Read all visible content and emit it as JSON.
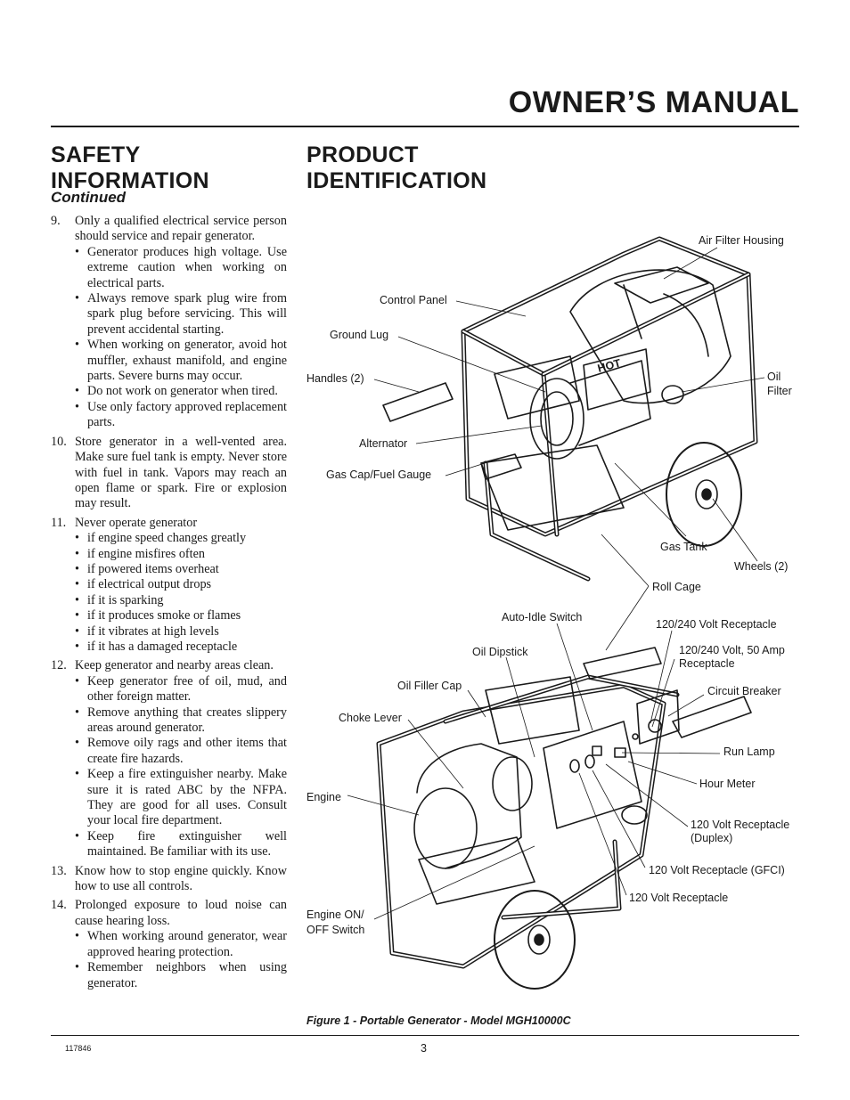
{
  "header": {
    "title": "OWNER’S MANUAL"
  },
  "safety": {
    "title": "SAFETY INFORMATION",
    "subtitle": "Continued",
    "items": [
      {
        "num": "9.",
        "text": "Only a qualified electrical service person should service and repair generator.",
        "subs": [
          "Generator produces high voltage. Use extreme caution when working on electrical parts.",
          "Always remove spark plug wire from spark plug before servicing. This will prevent accidental starting.",
          "When working on generator, avoid hot muffler, exhaust manifold, and engine parts. Severe burns may occur.",
          "Do not work on generator when tired.",
          "Use only factory approved replacement parts."
        ]
      },
      {
        "num": "10.",
        "text": "Store generator in a well-vented area. Make sure fuel tank is empty. Never store with fuel in tank. Vapors may reach an open flame or spark. Fire or explosion may result."
      },
      {
        "num": "11.",
        "text": "Never operate generator",
        "subs": [
          "if engine speed changes greatly",
          "if engine misfires often",
          "if powered items overheat",
          "if electrical output drops",
          "if it is sparking",
          "if it produces smoke or flames",
          "if it vibrates at high levels",
          "if it has a damaged receptacle"
        ]
      },
      {
        "num": "12.",
        "text": "Keep generator and nearby areas clean.",
        "subs": [
          "Keep generator free of oil, mud, and other foreign matter.",
          "Remove anything that creates slippery areas around generator.",
          "Remove oily rags and other items that create fire hazards.",
          "Keep a fire extinguisher nearby. Make sure it is rated ABC by the NFPA. They are good for all uses. Consult your local fire department.",
          "Keep fire extinguisher well maintained. Be familiar with its use."
        ]
      },
      {
        "num": "13.",
        "text": "Know how to stop engine quickly. Know how to use all controls."
      },
      {
        "num": "14.",
        "text": "Prolonged exposure to loud noise can cause hearing loss.",
        "subs": [
          "When working around generator, wear approved hearing protection.",
          "Remember neighbors when using generator."
        ]
      }
    ]
  },
  "product": {
    "title": "PRODUCT IDENTIFICATION",
    "figure_caption": "Figure 1 - Portable Generator - Model MGH10000C",
    "labels": {
      "air_filter_housing": "Air Filter Housing",
      "control_panel": "Control Panel",
      "ground_lug": "Ground Lug",
      "handles": "Handles (2)",
      "oil_filter_1": "Oil",
      "oil_filter_2": "Filter",
      "alternator": "Alternator",
      "gas_cap": "Gas Cap/Fuel Gauge",
      "gas_tank": "Gas Tank",
      "wheels": "Wheels (2)",
      "roll_cage": "Roll Cage",
      "auto_idle": "Auto-Idle Switch",
      "rec_240": "120/240 Volt Receptacle",
      "rec_240_50a_1": "120/240 Volt, 50 Amp",
      "rec_240_50a_2": "Receptacle",
      "oil_dipstick": "Oil Dipstick",
      "circuit_breaker": "Circuit Breaker",
      "oil_filler_cap": "Oil Filler Cap",
      "choke_lever": "Choke Lever",
      "run_lamp": "Run Lamp",
      "hour_meter": "Hour Meter",
      "engine": "Engine",
      "rec_duplex_1": "120 Volt Receptacle",
      "rec_duplex_2": "(Duplex)",
      "rec_gfci": "120 Volt Receptacle (GFCI)",
      "rec_120": "120 Volt Receptacle",
      "engine_switch_1": "Engine ON/",
      "engine_switch_2": "OFF Switch",
      "hot_decal": "HOT"
    }
  },
  "footer": {
    "doc_number": "117846",
    "page_number": "3"
  }
}
